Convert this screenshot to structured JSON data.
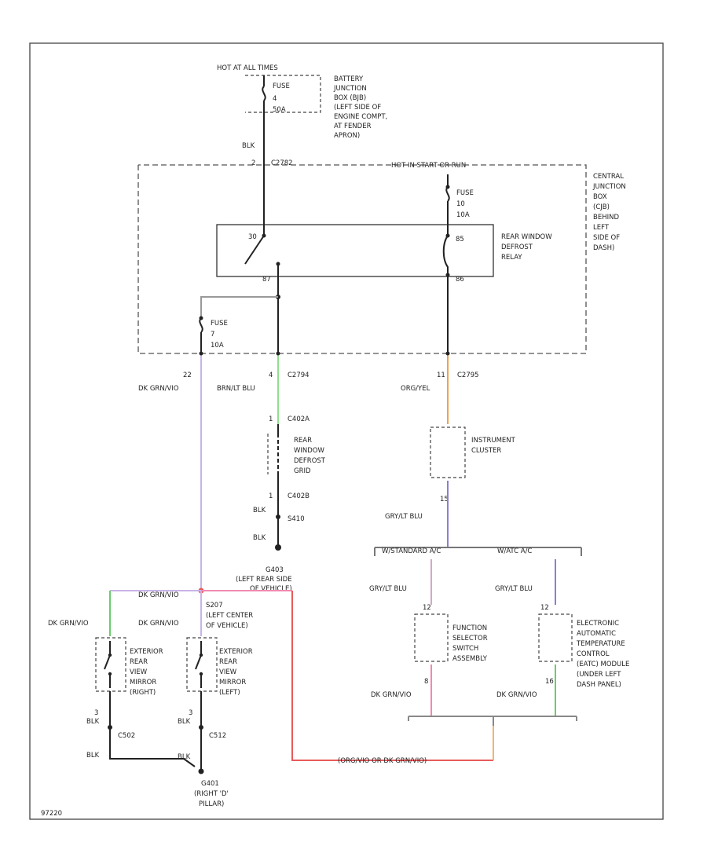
{
  "colors": {
    "wire_black": "#222222",
    "wire_dk_grn_vio": "#c8b4e6",
    "wire_brn_lt_blu": "#8fe08f",
    "wire_org_yel": "#f2a04a",
    "wire_gry_lt_blu": "#8a7fd0",
    "wire_red_trace": "#e85a5a",
    "wire_pink": "#f08ab0",
    "wire_green": "#6ccc6c",
    "wire_ret": "#f5b36a"
  },
  "top": {
    "hot_label": "HOT AT ALL TIMES",
    "fuse_label": "FUSE",
    "fuse_num": "4",
    "fuse_amp": "50A",
    "bjb_lines": [
      "BATTERY",
      "JUNCTION",
      "BOX (BJB)",
      "(LEFT SIDE OF",
      "ENGINE COMPT,",
      "AT FENDER",
      "APRON)"
    ],
    "wire_blk": "BLK",
    "pin_top": "2",
    "conn_top": "C2782"
  },
  "cjb": {
    "hot_label": "HOT IN START OR RUN",
    "lines": [
      "CENTRAL",
      "JUNCTION",
      "BOX",
      "(CJB)",
      "BEHIND",
      "LEFT",
      "SIDE OF",
      "DASH)"
    ],
    "fuse2_label": "FUSE",
    "fuse2_num": "10",
    "fuse2_amp": "10A",
    "relay_lines": [
      "REAR WINDOW",
      "DEFROST",
      "RELAY"
    ],
    "pin_30": "30",
    "pin_87": "87",
    "pin_85": "85",
    "pin_86": "86",
    "fuse3_label": "FUSE",
    "fuse3_num": "7",
    "fuse3_amp": "10A"
  },
  "mid": {
    "pin_22": "22",
    "wire_dkgrn": "DK GRN/VIO",
    "pin_4": "4",
    "conn_c2794": "C2794",
    "wire_brn": "BRN/LT BLU",
    "pin_11": "11",
    "conn_c2795": "C2795",
    "wire_org": "ORG/YEL",
    "grid_pin": "1",
    "grid_conn": "C402A",
    "grid_lines": [
      "REAR",
      "WINDOW",
      "DEFROST",
      "GRID"
    ],
    "grid_pin2": "1",
    "grid_conn2": "C402B",
    "wire_blk1": "BLK",
    "splice_s410": "S410",
    "wire_blk2": "BLK",
    "g403_lines": [
      "G403",
      "(LEFT REAR SIDE",
      "OF VEHICLE)"
    ],
    "ic_lines": [
      "INSTRUMENT",
      "CLUSTER"
    ],
    "ic_pin": "15",
    "wire_gry": "GRY/LT BLU",
    "standard": "W/STANDARD A/C",
    "auto": "W/ATC A/C",
    "wire_gry2": "GRY/LT BLU",
    "wire_gry3": "GRY/LT BLU"
  },
  "bottom": {
    "wire_dkgrn_top": "DK GRN/VIO",
    "wire_dkgrn_r": "DK GRN/VIO",
    "wire_dkgrn_l": "DK GRN/VIO",
    "s207_lines": [
      "S207",
      "(LEFT CENTER",
      "OF VEHICLE)"
    ],
    "mirror_r_lines": [
      "EXTERIOR",
      "REAR",
      "VIEW",
      "MIRROR",
      "(RIGHT)"
    ],
    "mirror_l_lines": [
      "EXTERIOR",
      "REAR",
      "VIEW",
      "MIRROR",
      "(LEFT)"
    ],
    "pin_r": "3",
    "pin_l": "3",
    "wire_blk_r": "BLK",
    "wire_blk_l": "BLK",
    "conn_r": "C502",
    "conn_l": "C512",
    "wire_blk_r2": "BLK",
    "wire_blk_l2": "BLK",
    "g401_lines": [
      "G401",
      "(RIGHT 'D'",
      "PILLAR)"
    ],
    "fsa_pin": "12",
    "fsa_lines": [
      "FUNCTION",
      "SELECTOR",
      "SWITCH",
      "ASSEMBLY"
    ],
    "fsa_pin2": "8",
    "wire_dk_fsa": "DK GRN/VIO",
    "eatc_pin": "12",
    "eatc_lines": [
      "ELECTRONIC",
      "AUTOMATIC",
      "TEMPERATURE",
      "CONTROL",
      "(EATC) MODULE",
      "(UNDER LEFT",
      "DASH PANEL)"
    ],
    "eatc_pin2": "16",
    "wire_dk_eatc": "DK GRN/VIO",
    "return_label": "(ORG/VIO OR DK GRN/VIO)",
    "footer_id": "97220"
  }
}
